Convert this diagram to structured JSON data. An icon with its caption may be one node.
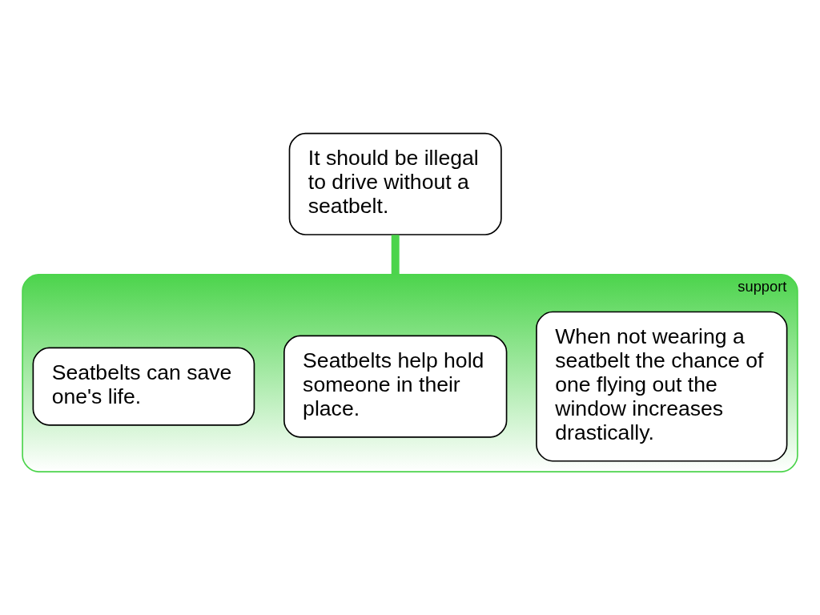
{
  "diagram": {
    "nodes": [
      {
        "text": [
          "It should be illegal to drive without a seatbelt."
        ]
      },
      {
        "text": [
          "support"
        ]
      },
      {
        "text": [
          "Seatbelts can save one's life."
        ],
        "in": 1
      },
      {
        "text": [
          "Seatbelts help hold someone in their place."
        ],
        "in": 1
      },
      {
        "text": [
          "When not wearing a seatbelt the chance of one flying out the window increases drastically."
        ],
        "in": 1
      }
    ],
    "edges": [
      {
        "from": 1,
        "to": 0,
        "arrow": "none",
        "color": "#4cd44c"
      }
    ]
  }
}
